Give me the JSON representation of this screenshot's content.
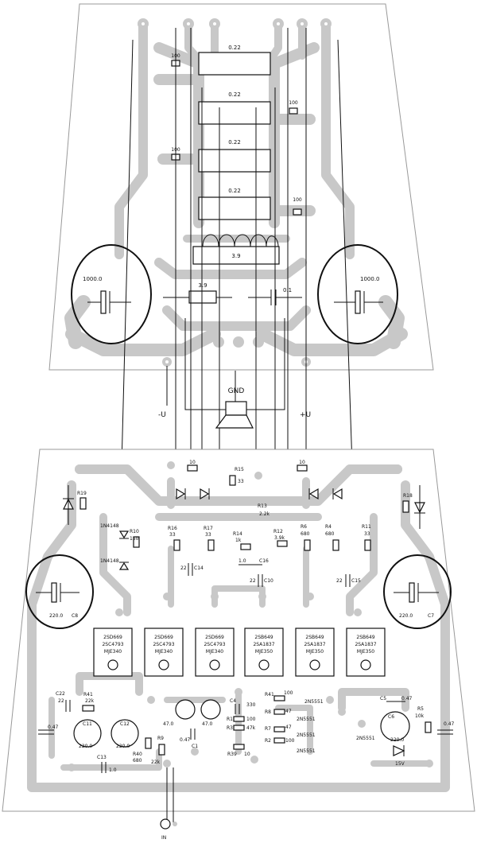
{
  "colors": {
    "trace": "#c8c8c8",
    "ink": "#111111",
    "board_edge": "#999999",
    "background": "#ffffff"
  },
  "upper_board": {
    "resistors": [
      {
        "id": "r-022-1",
        "label": "0.22"
      },
      {
        "id": "r-022-2",
        "label": "0.22"
      },
      {
        "id": "r-022-3",
        "label": "0.22"
      },
      {
        "id": "r-022-4",
        "label": "0.22"
      },
      {
        "id": "r-39-coil",
        "label": "3.9"
      },
      {
        "id": "r-39",
        "label": "3.9"
      },
      {
        "id": "r-100-a",
        "label": "100"
      },
      {
        "id": "r-100-b",
        "label": "100"
      },
      {
        "id": "r-100-c",
        "label": "100"
      },
      {
        "id": "r-100-d",
        "label": "100"
      }
    ],
    "capacitors": [
      {
        "id": "c-01",
        "label": "0.1"
      },
      {
        "id": "c-1000-left",
        "label": "1000.0"
      },
      {
        "id": "c-1000-right",
        "label": "1000.0"
      }
    ]
  },
  "connections": {
    "gnd": "GND",
    "minus_u": "-U",
    "plus_u": "+U",
    "input": "IN"
  },
  "lower_board": {
    "labels": {
      "r19": "R19",
      "r18": "R18",
      "r10": "R10",
      "r10_val": "150",
      "d_1n4148_a": "1N4148",
      "d_1n4148_b": "1N4148",
      "r16": "R16",
      "r16_val": "33",
      "r17": "R17",
      "r17_val": "33",
      "r15": "R15",
      "r15_val": "33",
      "r13": "R13",
      "r13_val": "2.2k",
      "r14": "R14",
      "r14_val": "1k",
      "r12": "R12",
      "r12_val": "3.9k",
      "r6": "R6",
      "r6_val": "680",
      "r4": "R4",
      "r4_val": "680",
      "r11": "R11",
      "r11_val": "33",
      "c14": "C14",
      "c14_val": "22",
      "c16": "C16",
      "c16_val": "1.0",
      "c10": "C10",
      "c10_val": "22",
      "c15": "C15",
      "c15_val": "22",
      "c8": "C8",
      "c8_val": "220.0",
      "c7": "C7",
      "c7_val": "220.0",
      "r10top_a": "10",
      "r10top_b": "10",
      "c22": "C22",
      "c22_val": "22",
      "c047_left": "0.47",
      "r41_left": "R41",
      "r41_left_val": "22k",
      "c11": "C11",
      "c11_val": "220.0",
      "c12": "C12",
      "c12_val": "220.0",
      "c13": "C13",
      "c13_val": "1.0",
      "r40": "R40",
      "r40_val": "680",
      "r9": "R9",
      "r9_val": "22k",
      "c2_val": "47.0",
      "c3_val": "47.0",
      "c1": "C1",
      "c1_val": "0.47",
      "c4": "C4",
      "c4_val": "330",
      "r1": "R1",
      "r1_val": "100",
      "r3": "R3",
      "r3_val": "47k",
      "r39": "R39",
      "r39_val": "10",
      "r41b": "R41",
      "r41b_val": "100",
      "r8": "R8",
      "r8_val": "47",
      "r7": "R7",
      "r7_val": "47",
      "r2": "R2",
      "r2_val": "100",
      "q_2n5551_a": "2N5551",
      "q_2n5551_b": "2N5551",
      "q_2n5551_c": "2N5551",
      "q_2n5551_d": "2N5551",
      "q_2n5551_e": "2N5551",
      "c5": "C5",
      "c5_val": "0.47",
      "r5": "R5",
      "r5_val": "10k",
      "c6": "C6",
      "c6_val": "220.0",
      "c047_right": "0.47",
      "zener": "15V"
    },
    "transistors": [
      {
        "lines": [
          "2SD669",
          "2SC4793",
          "MJE340"
        ]
      },
      {
        "lines": [
          "2SD669",
          "2SC4793",
          "MJE340"
        ]
      },
      {
        "lines": [
          "2SD669",
          "2SC4793",
          "MJE340"
        ]
      },
      {
        "lines": [
          "2SB649",
          "2SA1837",
          "MJE350"
        ]
      },
      {
        "lines": [
          "2SB649",
          "2SA1837",
          "MJE350"
        ]
      },
      {
        "lines": [
          "2SB649",
          "2SA1837",
          "MJE350"
        ]
      }
    ]
  }
}
